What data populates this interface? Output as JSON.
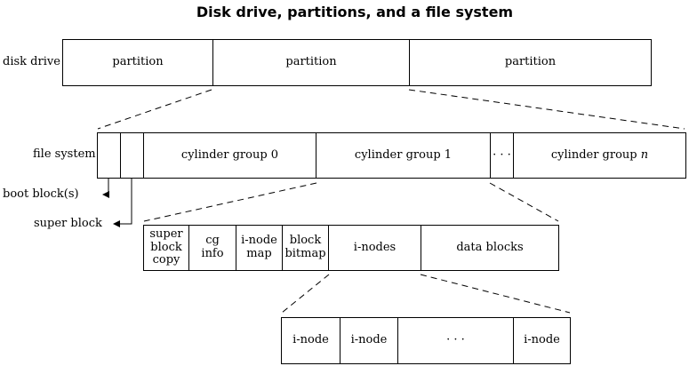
{
  "title": "Disk drive, partitions, and a file system",
  "disk_drive": {
    "label": "disk drive",
    "partitions": [
      "partition",
      "partition",
      "partition"
    ]
  },
  "file_system": {
    "label": "file system",
    "cylinder_groups": [
      {
        "text": "cylinder group 0",
        "suffix": ""
      },
      {
        "text": "cylinder group 1",
        "suffix": ""
      },
      {
        "text": "· · ·",
        "suffix": ""
      },
      {
        "text": "cylinder group ",
        "suffix": "n"
      }
    ],
    "boot_block_label": "boot block(s)",
    "super_block_label": "super block"
  },
  "cylinder_group": {
    "cells": [
      "super\nblock\ncopy",
      "cg\ninfo",
      "i-node\nmap",
      "block\nbitmap",
      "i-nodes",
      "data blocks"
    ]
  },
  "inodes": {
    "cells": [
      "i-node",
      "i-node",
      "· · ·",
      "i-node"
    ]
  }
}
